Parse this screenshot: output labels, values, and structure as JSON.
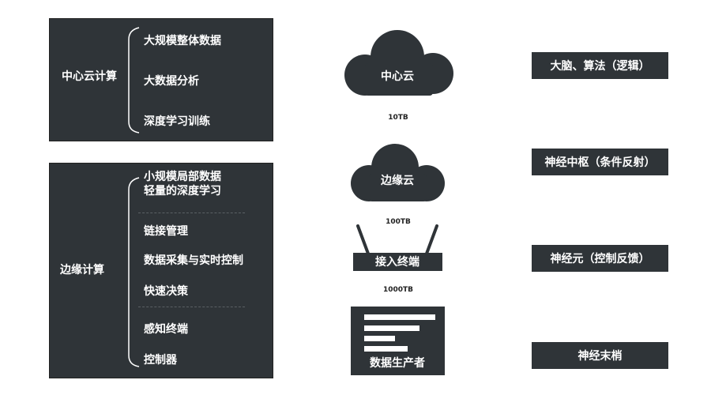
{
  "center_group": {
    "title": "中心云计算",
    "items": [
      "大规模整体数据",
      "大数据分析",
      "深度学习训练"
    ]
  },
  "edge_group": {
    "title": "边缘计算",
    "items": [
      "小规模局部数据",
      "轻量的深度学习",
      "链接管理",
      "数据采集与实时控制",
      "快速决策",
      "感知终端",
      "控制器"
    ]
  },
  "middle": {
    "center_cloud": "中心云",
    "edge_cloud": "边缘云",
    "access_terminal": "接入终端",
    "data_producer": "数据生产者",
    "volumes": [
      "10TB",
      "100TB",
      "1000TB"
    ]
  },
  "right": [
    "大脑、算法（逻辑）",
    "神经中枢（条件反射）",
    "神经元（控制反馈）",
    "神经末梢"
  ],
  "colors": {
    "dark": "#2f3438"
  }
}
